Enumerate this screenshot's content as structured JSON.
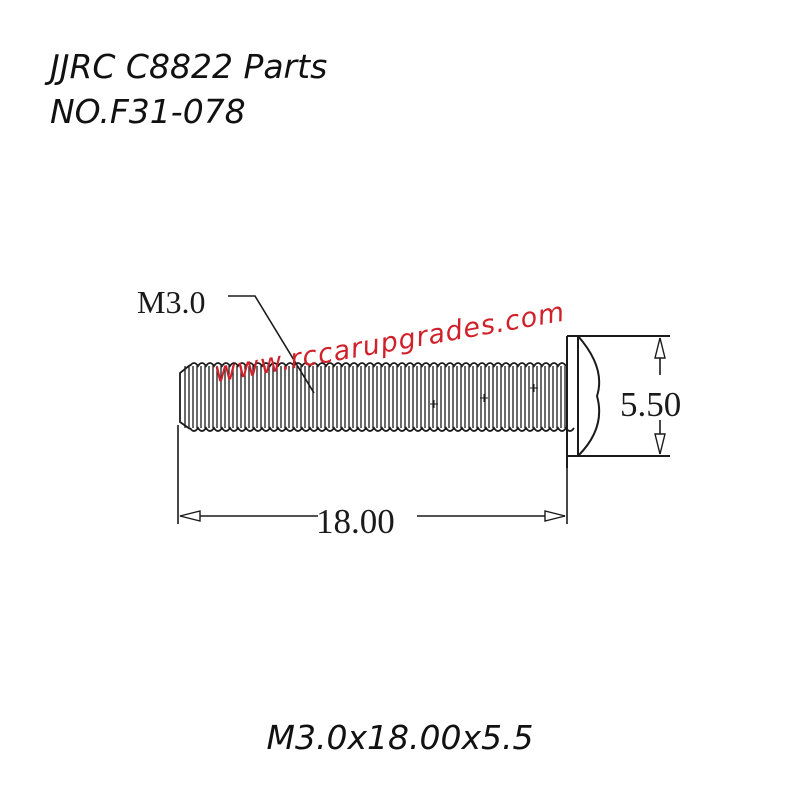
{
  "header": {
    "title_line1": "JJRC C8822 Parts",
    "title_line2": "NO.F31-078"
  },
  "drawing": {
    "thread_label": "M3.0",
    "length_label": "18.00",
    "head_diameter_label": "5.50",
    "watermark": "www.rccarupgrades.com",
    "watermark_color": "#d0202a",
    "line_color": "#1a1a1a"
  },
  "footer": {
    "spec": "M3.0x18.00x5.5"
  }
}
